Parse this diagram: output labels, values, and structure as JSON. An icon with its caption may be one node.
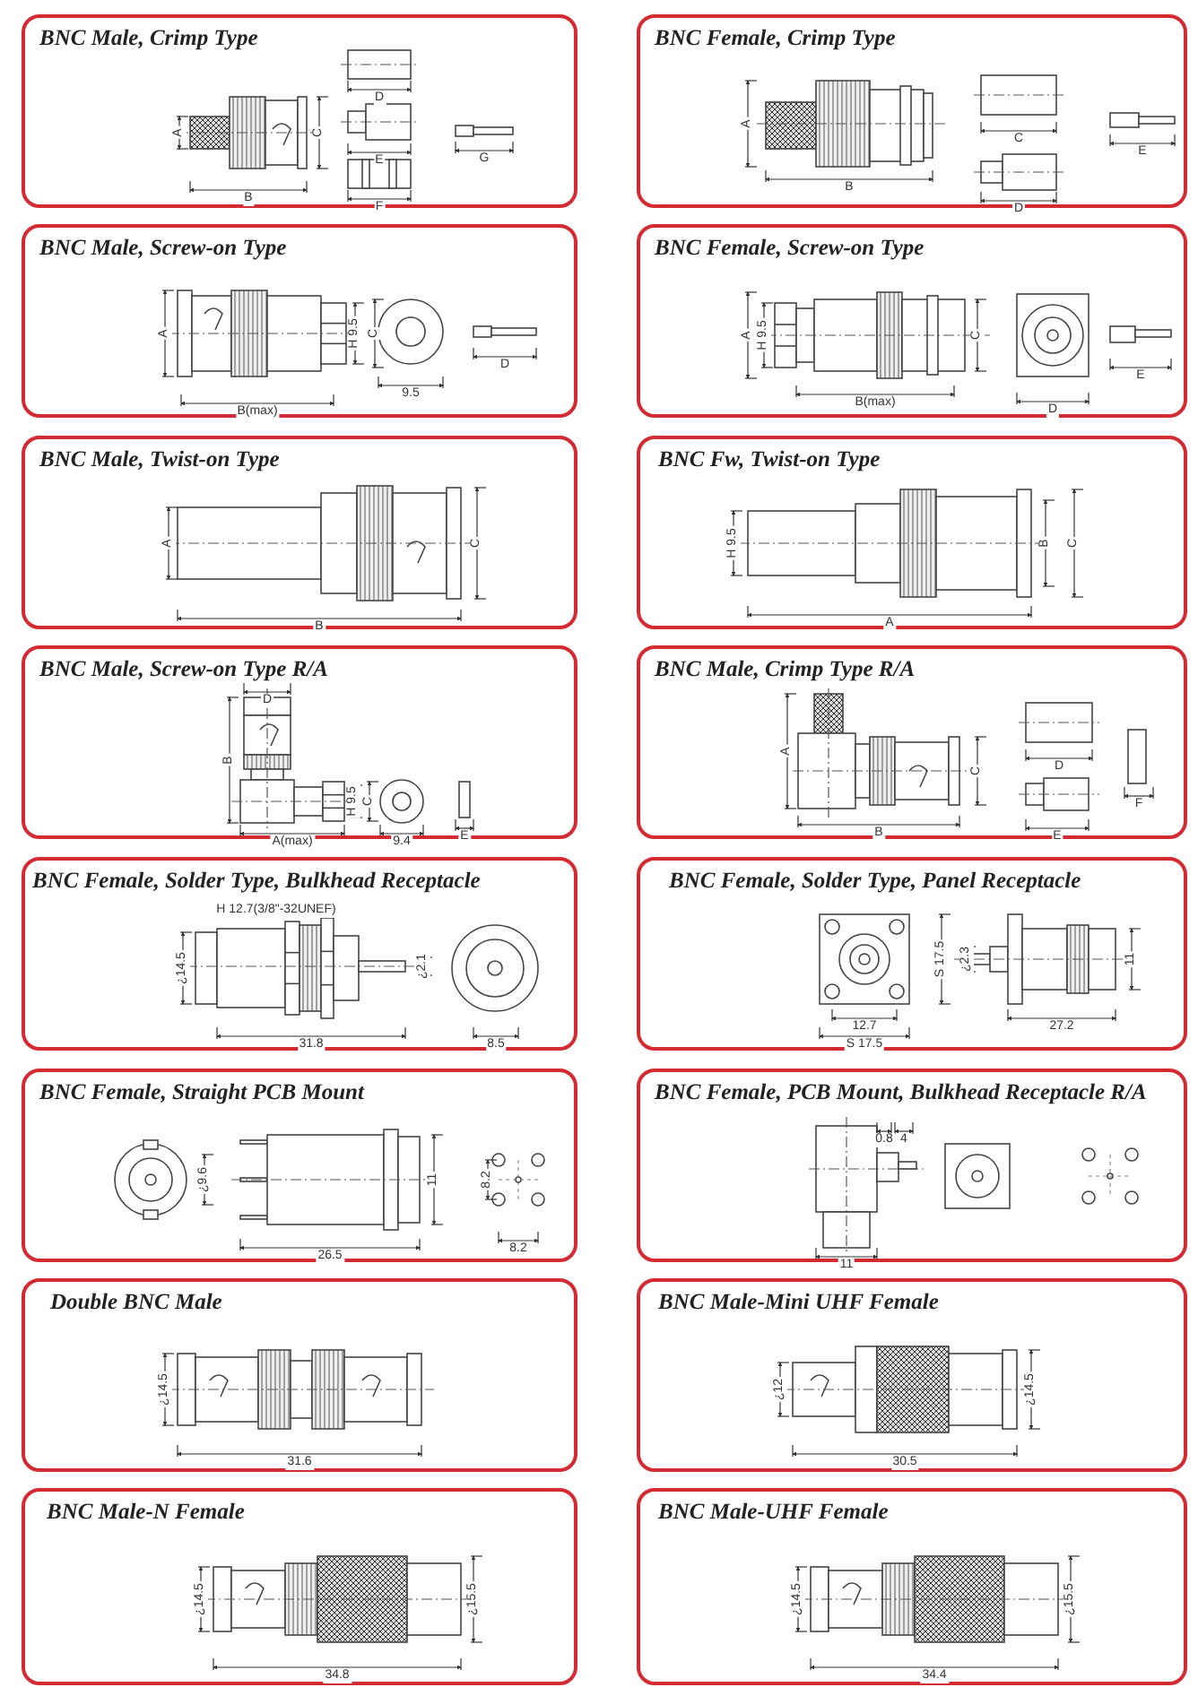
{
  "diagram": {
    "nodes": [
      {
        "text": [
          "BNC Male, Crimp Type"
        ]
      },
      {
        "text": [
          "BNC Female, Crimp Type"
        ]
      },
      {
        "text": [
          "BNC Male, Screw-on Type"
        ]
      },
      {
        "text": [
          "BNC Female, Screw-on Type"
        ]
      },
      {
        "text": [
          "BNC Male, Twist-on Type"
        ]
      },
      {
        "text": [
          "BNC Fw, Twist-on Type"
        ]
      },
      {
        "text": [
          "BNC Male, Screw-on Type R/A"
        ]
      },
      {
        "text": [
          "BNC Male, Crimp Type R/A"
        ]
      },
      {
        "text": [
          "BNC Female, Solder Type, Bulkhead Receptacle"
        ]
      },
      {
        "text": [
          "BNC Female, Solder Type, Panel Receptacle"
        ]
      },
      {
        "text": [
          "BNC Female, Straight PCB Mount"
        ]
      },
      {
        "text": [
          "BNC Female, PCB Mount, Bulkhead Receptacle R/A"
        ]
      },
      {
        "text": [
          "Double BNC Male"
        ]
      },
      {
        "text": [
          "BNC Male-Mini UHF Female"
        ]
      },
      {
        "text": [
          "BNC Male-N Female"
        ]
      },
      {
        "text": [
          "BNC Male-UHF Female"
        ]
      }
    ],
    "labels": [
      "D",
      "A",
      "C",
      "E",
      "G",
      "B",
      "F",
      "A",
      "C",
      "E",
      "B",
      "D",
      "A",
      "H 9.5",
      "C",
      "D",
      "9.5",
      "B(max)",
      "A",
      "H 9.5",
      "C",
      "B(max)",
      "D",
      "E",
      "A",
      "C",
      "B",
      "H 9.5",
      "B",
      "C",
      "A",
      "D",
      "B",
      "H 9.5",
      "C",
      "A(max)",
      "9.4",
      "E",
      "A",
      "C",
      "D",
      "F",
      "B",
      "E",
      "H 12.7(3/8\"-32UNEF)",
      "¿14.5",
      "¿2.1",
      "31.8",
      "8.5",
      "¿2.3",
      "S 17.5",
      "11",
      "12.7",
      "27.2",
      "S 17.5",
      "¿9.6",
      "11",
      "8.2",
      "26.5",
      "8.2",
      "0.8",
      "4",
      "11",
      "¿14.5",
      "31.6",
      "¿12",
      "¿14.5",
      "30.5",
      "¿14.5",
      "¿15.5",
      "34.8",
      "¿14.5",
      "¿15.5",
      "34.4"
    ]
  }
}
